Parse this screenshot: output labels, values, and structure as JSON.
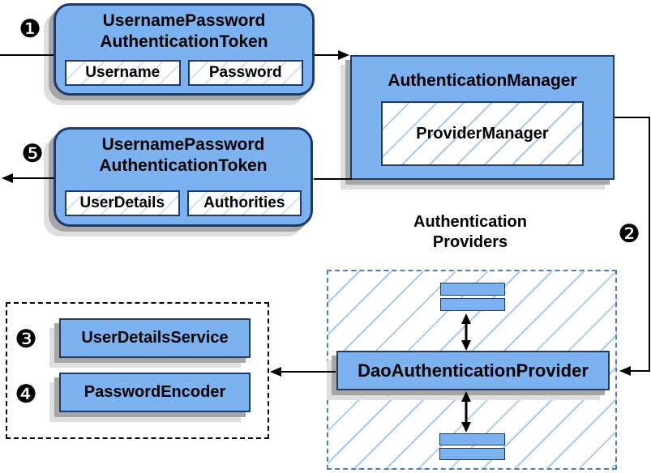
{
  "colors": {
    "box_fill": "#7db2f0",
    "box_border": "#1d3a6d",
    "shadow_dark": "#a6a6a6",
    "shadow_light": "#dedede",
    "hatch_line": "#a6cbf0",
    "hatch_faint": "#cfe2f7",
    "providers_dash": "#4a7ebc",
    "services_dash": "#000000",
    "connector": "#000000",
    "text": "#000000"
  },
  "steps": {
    "step1": "❶",
    "step2": "❷",
    "step3": "❸",
    "step4": "❹",
    "step5": "❺"
  },
  "request_token": {
    "title_line1": "UsernamePassword",
    "title_line2": "AuthenticationToken",
    "fields": [
      "Username",
      "Password"
    ]
  },
  "authentication_manager": {
    "title": "AuthenticationManager",
    "inner_box": "ProviderManager"
  },
  "response_token": {
    "title_line1": "UsernamePassword",
    "title_line2": "AuthenticationToken",
    "fields": [
      "UserDetails",
      "Authorities"
    ]
  },
  "authentication_providers": {
    "heading_line1": "Authentication",
    "heading_line2": "Providers",
    "provider": "DaoAuthenticationProvider"
  },
  "services": {
    "items": [
      "UserDetailsService",
      "PasswordEncoder"
    ]
  }
}
